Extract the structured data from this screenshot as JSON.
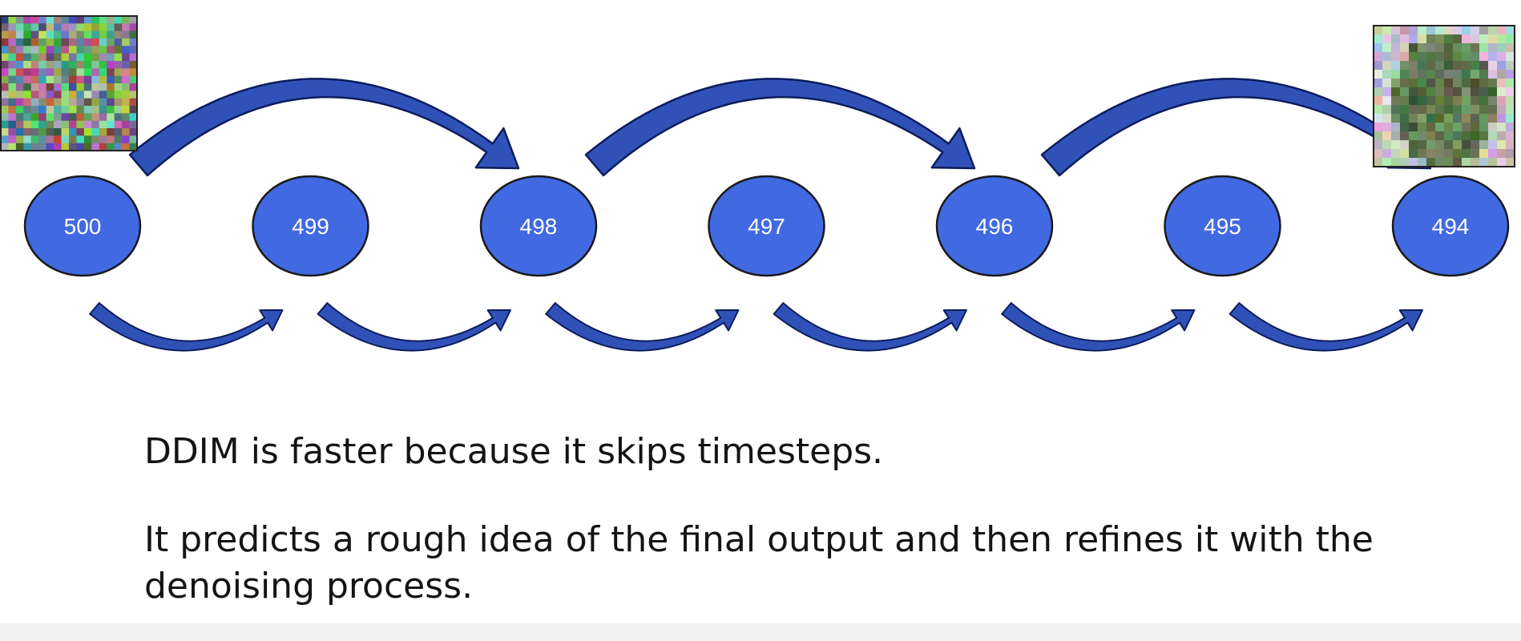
{
  "timesteps": [
    "500",
    "499",
    "498",
    "497",
    "496",
    "495",
    "494"
  ],
  "skip_arrows": [
    {
      "from": "500",
      "to": "498"
    },
    {
      "from": "498",
      "to": "496"
    },
    {
      "from": "496",
      "to": "494"
    }
  ],
  "step_arrows": [
    {
      "from": "500",
      "to": "499"
    },
    {
      "from": "499",
      "to": "498"
    },
    {
      "from": "498",
      "to": "497"
    },
    {
      "from": "497",
      "to": "496"
    },
    {
      "from": "496",
      "to": "495"
    },
    {
      "from": "495",
      "to": "494"
    }
  ],
  "images": {
    "start": "noise-image",
    "end": "partially-denoised-image"
  },
  "caption_1": "DDIM is faster because it skips timesteps.",
  "caption_2": "It predicts a rough idea of the final output and then refines it with the denoising process.",
  "colors": {
    "node_fill": "#4169E1",
    "node_stroke": "#1a1a1a",
    "arrow_fill": "#3052B8",
    "arrow_stroke": "#0c1c5c",
    "node_text": "#ffffff",
    "text": "#141414"
  }
}
